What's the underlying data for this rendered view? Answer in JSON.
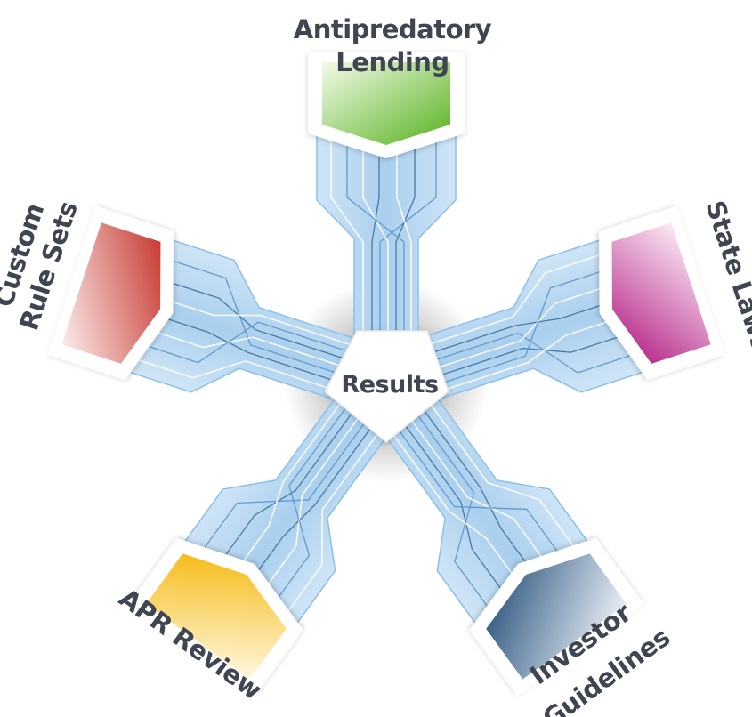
{
  "center": {
    "label": "Results"
  },
  "spokes": [
    {
      "id": "antipredatory",
      "label_lines": [
        "Antipredatory",
        "Lending"
      ],
      "color_dark": "#57b21f",
      "color_light": "#f2fae8"
    },
    {
      "id": "state-laws",
      "label_lines": [
        "State Laws"
      ],
      "color_dark": "#b01a82",
      "color_light": "#fbe8f4"
    },
    {
      "id": "investor-guidelines",
      "label_lines": [
        "Investor",
        "Guidelines"
      ],
      "color_dark": "#234e78",
      "color_light": "#e8eef6"
    },
    {
      "id": "apr-review",
      "label_lines": [
        "APR Review"
      ],
      "color_dark": "#f4b400",
      "color_light": "#fff8e0"
    },
    {
      "id": "custom-rule-sets",
      "label_lines": [
        "Custom",
        "Rule Sets"
      ],
      "color_dark": "#c0231b",
      "color_light": "#fbecea"
    }
  ],
  "colors": {
    "channel_fill": "#bfdcf3",
    "channel_edge": "#8cbfe8",
    "line_dark": "#3f6f9a",
    "line_mid": "#5a96c8",
    "line_white": "#ffffff",
    "text": "#3f4651"
  }
}
